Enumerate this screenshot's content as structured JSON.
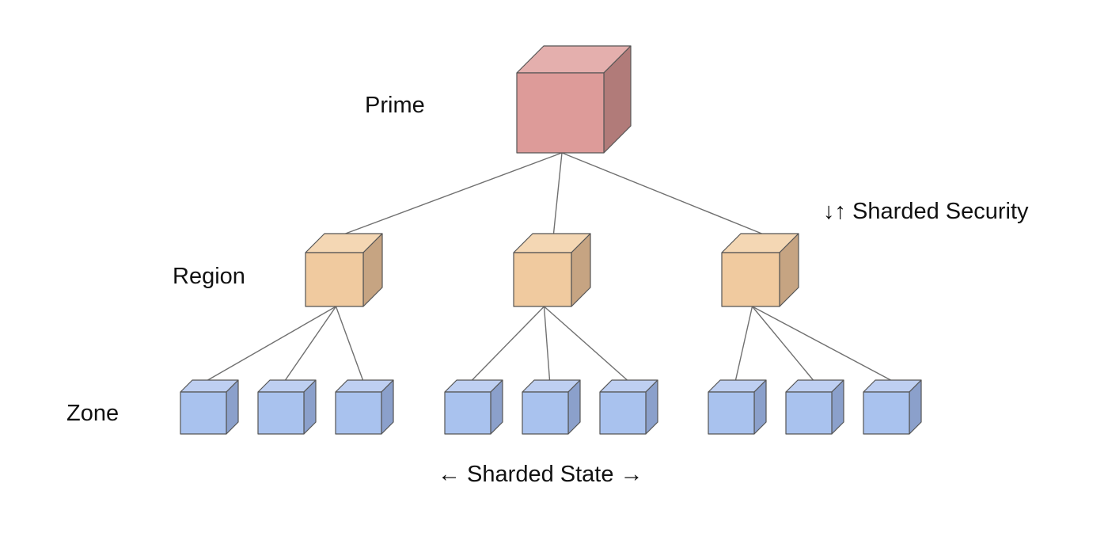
{
  "labels": {
    "prime": "Prime",
    "region": "Region",
    "zone": "Zone",
    "sharded_security": "↓↑ Sharded Security",
    "sharded_state": "← Sharded State →"
  },
  "tiers": {
    "prime": {
      "count": 1,
      "colors": {
        "front": "#dd9b99",
        "top": "#e4afad",
        "side": "#b17b79"
      }
    },
    "region": {
      "count": 3,
      "colors": {
        "front": "#f0ca9f",
        "top": "#f4d7b4",
        "side": "#c6a482"
      }
    },
    "zone": {
      "count": 9,
      "per_region": 3,
      "colors": {
        "front": "#a9c2ee",
        "top": "#becff1",
        "side": "#8ba0cb"
      }
    }
  },
  "connector_color": "#707070"
}
